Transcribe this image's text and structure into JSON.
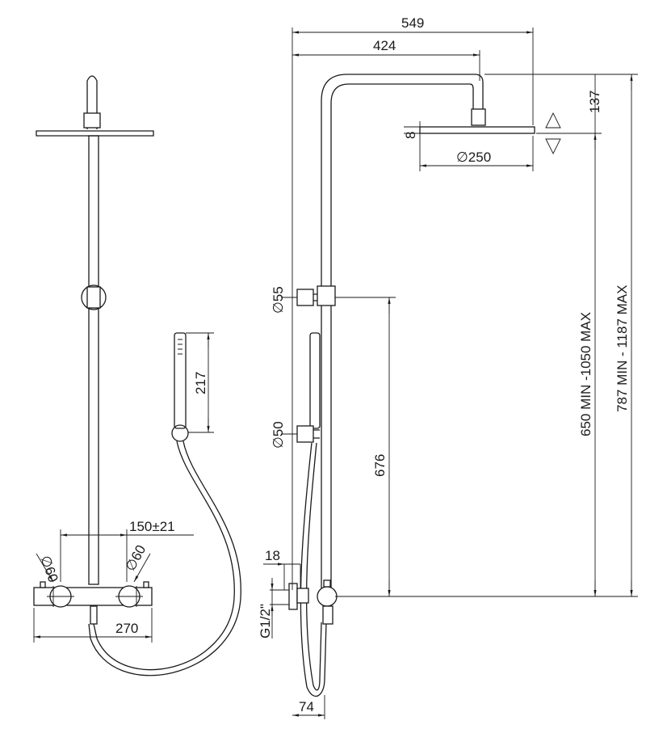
{
  "title": "Shower column technical drawing",
  "dimensions": {
    "total_width": "549",
    "arm_reach": "424",
    "head_height": "137",
    "head_thickness": "8",
    "head_diameter": "∅250",
    "slide_bracket_diameter": "∅55",
    "holder_diameter": "∅50",
    "bracket_to_valve": "676",
    "head_height_range": "650 MIN -1050 MAX",
    "total_height_range": "787 MIN - 1187 MAX",
    "connector_depth": "18",
    "thread": "G1/2\"",
    "wall_offset": "74",
    "handshower_length": "217",
    "center_distance": "150±21",
    "knob_left_diameter": "∅60",
    "knob_right_diameter": "∅60",
    "valve_width": "270"
  }
}
